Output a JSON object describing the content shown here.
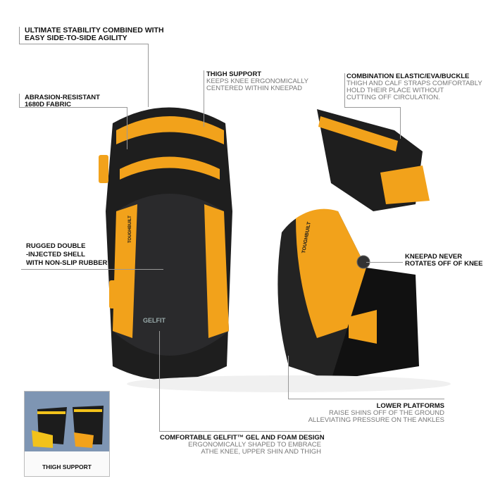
{
  "callouts": {
    "stability": {
      "title_line1": "ULTIMATE STABILITY COMBINED WITH",
      "title_line2": "EASY SIDE-TO-SIDE AGILITY"
    },
    "fabric": {
      "title_line1": "ABRASION-RESISTANT",
      "title_line2": "1680D FABRIC"
    },
    "thigh_support": {
      "title": "THIGH SUPPORT",
      "desc_line1": "KEEPS KNEE ERGONOMICALLY",
      "desc_line2": "CENTERED WITHIN KNEEPAD"
    },
    "straps": {
      "title": "COMBINATION ELASTIC/EVA/BUCKLE",
      "desc_line1": "THIGH AND CALF STRAPS COMFORTABLY",
      "desc_line2": "HOLD THEIR PLACE WITHOUT",
      "desc_line3": "CUTTING OFF CIRCULATION."
    },
    "shell": {
      "line1": "RUGGED DOUBLE",
      "line2": "-INJECTED SHELL",
      "line3": "WITH NON-SLIP RUBBER"
    },
    "rotation": {
      "line1": "KNEEPAD NEVER",
      "line2": "ROTATES OFF OF KNEE"
    },
    "platforms": {
      "title": "LOWER PLATFORMS",
      "desc_line1": "RAISE SHINS OFF OF THE GROUND",
      "desc_line2": "ALLEVIATING PRESSURE ON THE ANKLES"
    },
    "gelfit": {
      "title": "COMFORTABLE GELFIT™ GEL AND FOAM DESIGN",
      "desc_line1": "ERGONOMICALLY SHAPED TO EMBRACE",
      "desc_line2": "ATHE KNEE, UPPER SHIN AND THIGH"
    }
  },
  "inset": {
    "caption": "THIGH SUPPORT"
  },
  "product_marks": {
    "brand": "TOUGHBUILT",
    "gel_logo": "GELFIT"
  },
  "colors": {
    "accent_orange": "#f2a21b",
    "shell_black": "#1c1c1c",
    "text_gray": "#777777"
  }
}
